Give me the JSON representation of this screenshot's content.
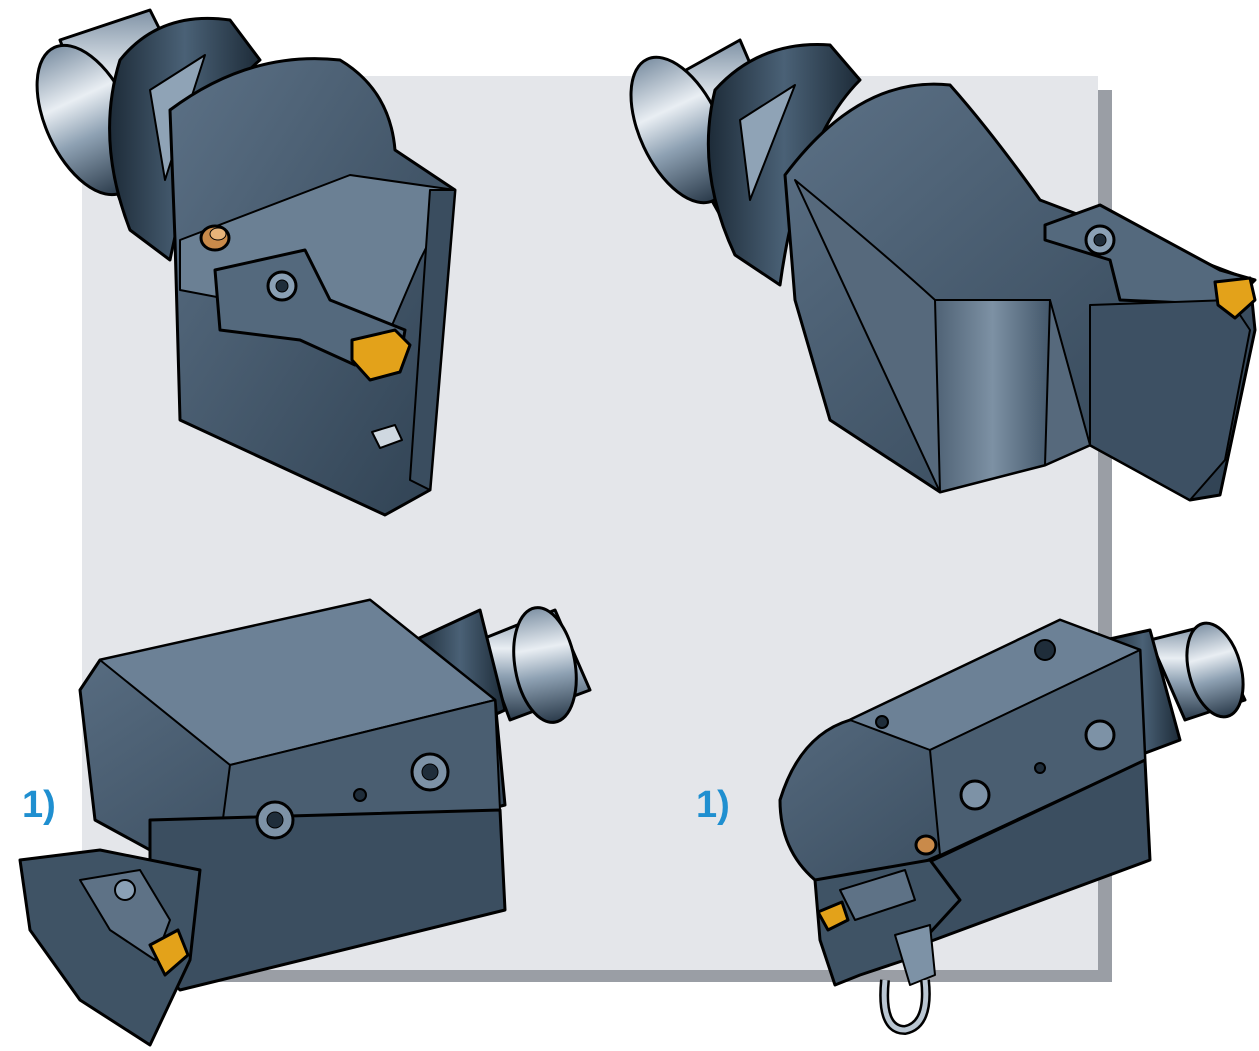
{
  "notes": {
    "left": "1)",
    "right": "1)"
  },
  "colors": {
    "panel": "#e4e6ea",
    "panel_shadow": "#9a9ea5",
    "steel_dark": "#2c3d4e",
    "steel_mid": "#4a5f72",
    "steel_light": "#7a8fa3",
    "insert": "#e3a21a",
    "brass": "#c98a4a",
    "note": "#1f8fd0"
  },
  "icons": [
    "cutting-tool-holder-top-left",
    "cutting-tool-holder-top-right",
    "cutting-tool-holder-bottom-left",
    "cutting-tool-holder-bottom-right"
  ]
}
